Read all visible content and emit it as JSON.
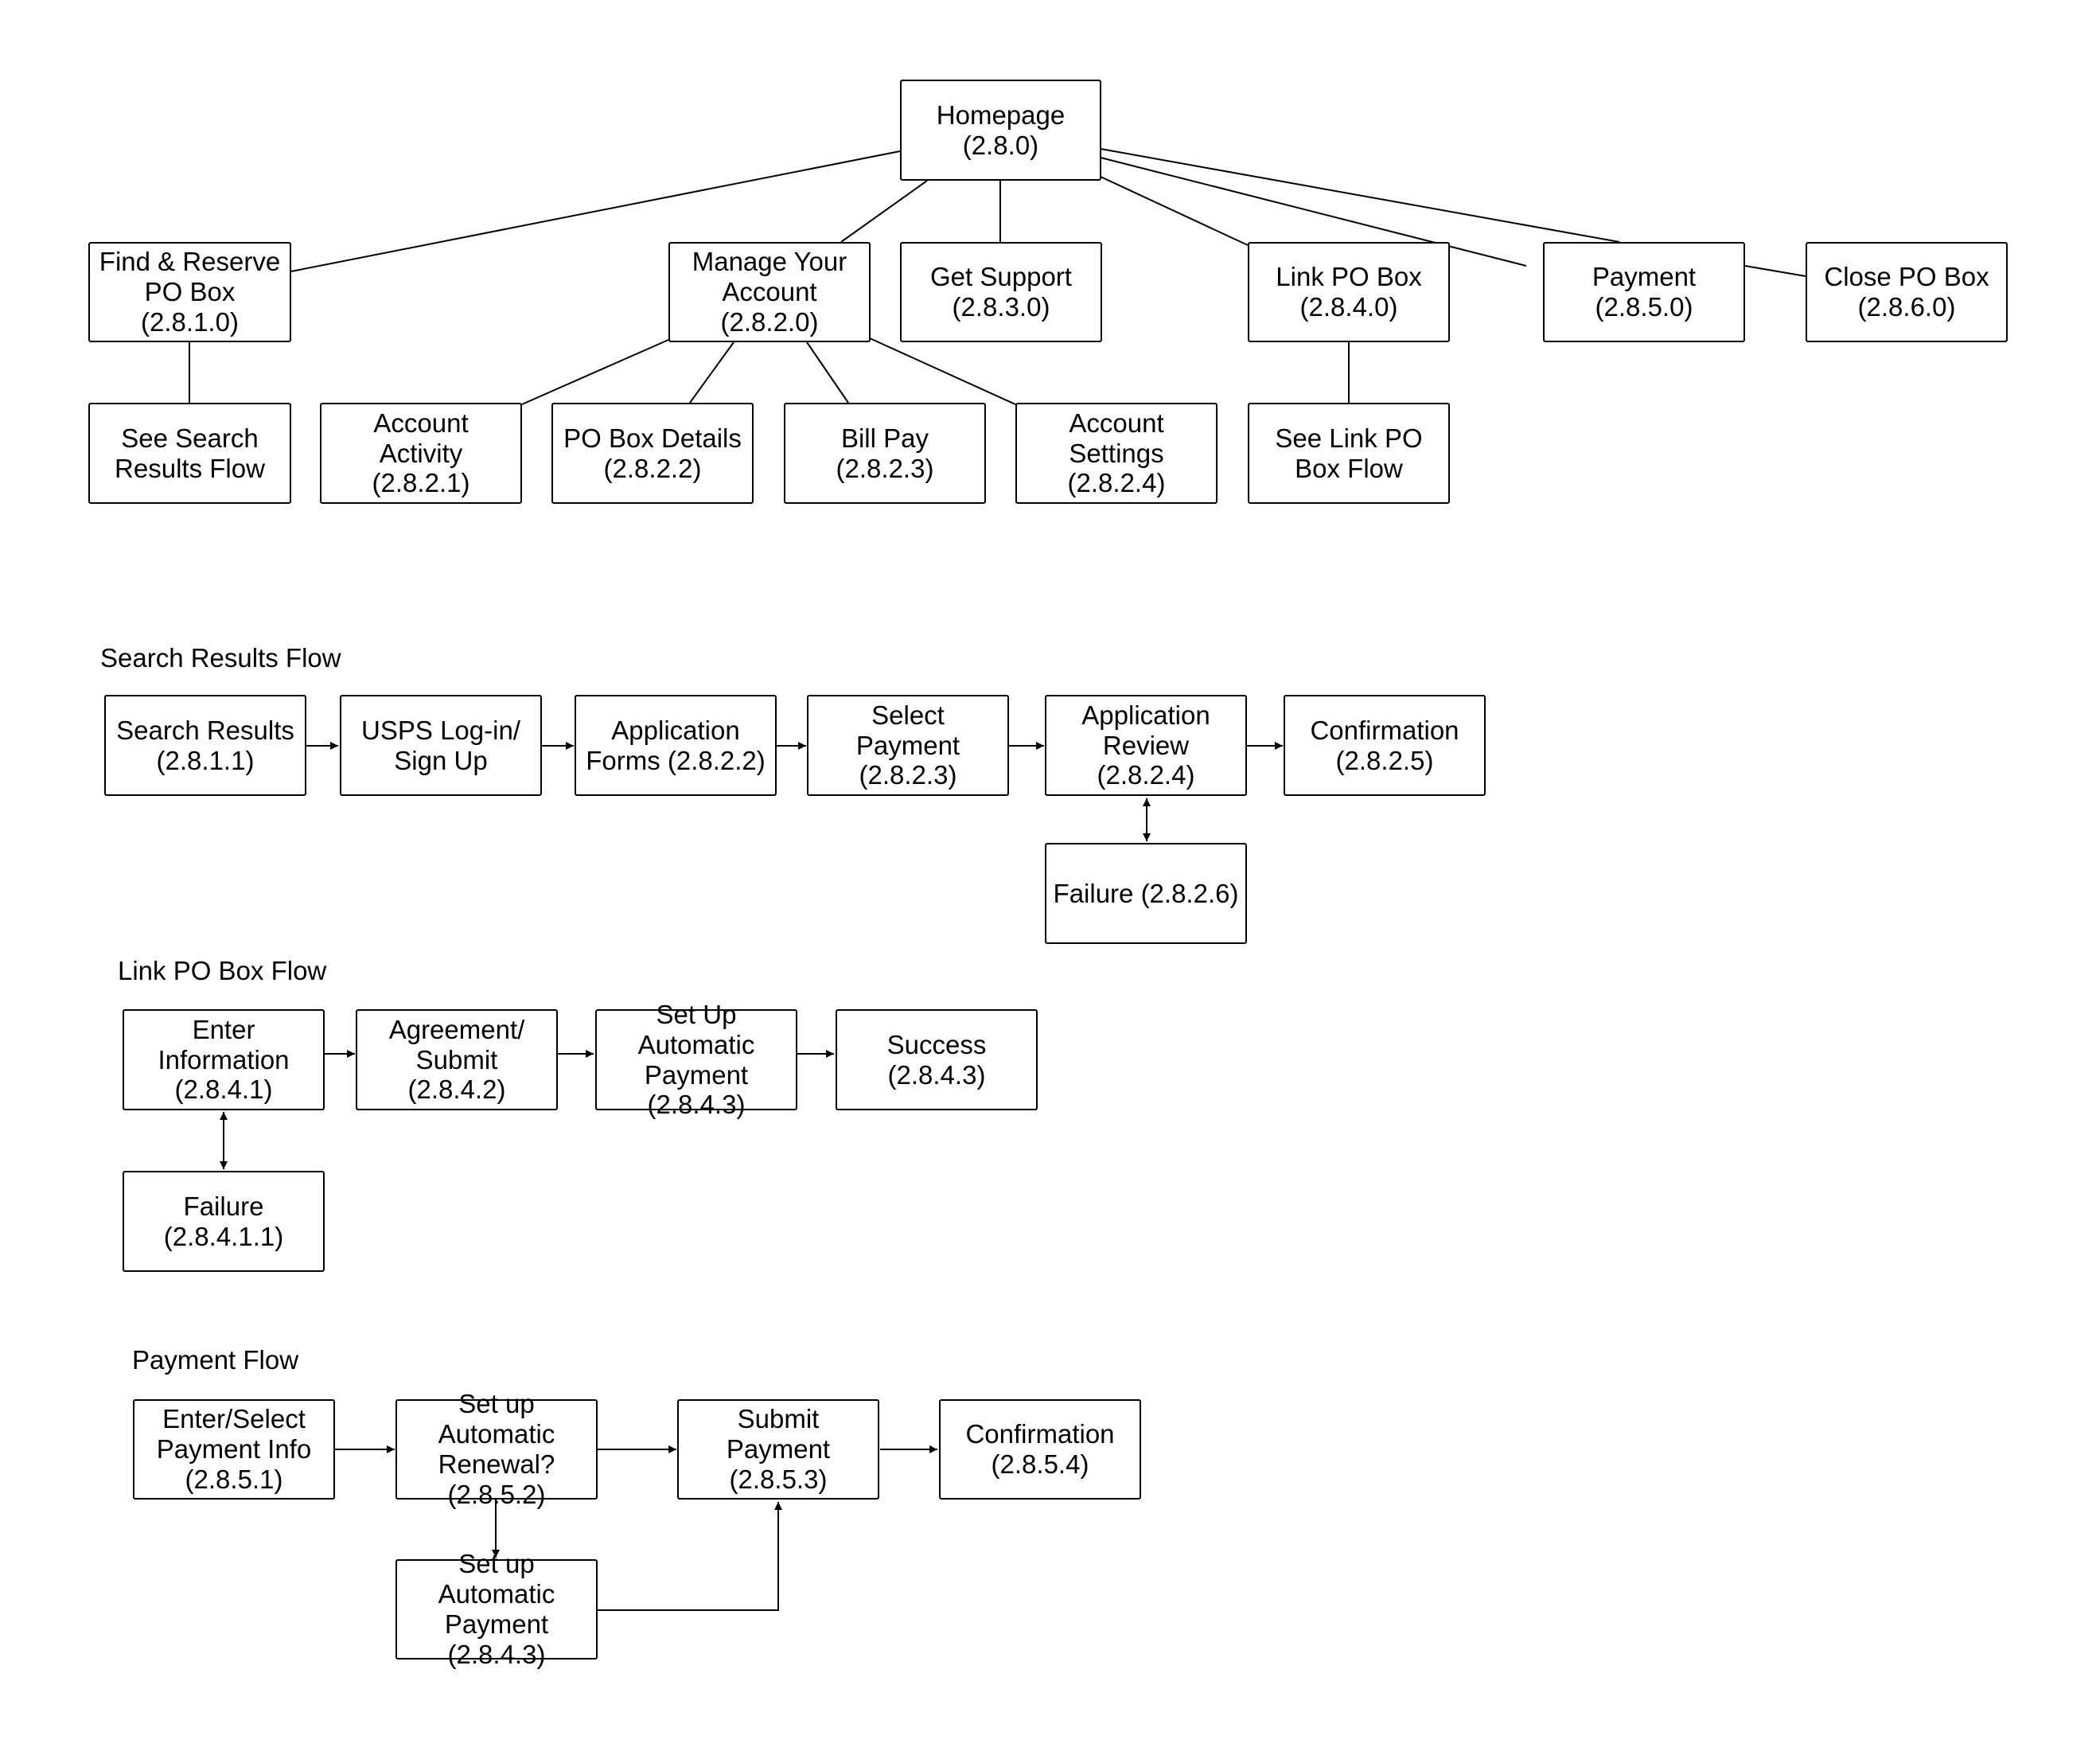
{
  "sitemap": {
    "homepage": "Homepage\n(2.8.0)",
    "find_reserve": "Find & Reserve\nPO Box\n(2.8.1.0)",
    "manage_account": "Manage Your\nAccount\n(2.8.2.0)",
    "get_support": "Get Support\n(2.8.3.0)",
    "link_po_box": "Link PO Box\n(2.8.4.0)",
    "payment": "Payment\n(2.8.5.0)",
    "close_po_box": "Close PO Box\n(2.8.6.0)",
    "see_search_results_flow": "See Search\nResults Flow",
    "account_activity": "Account\nActivity\n(2.8.2.1)",
    "po_box_details": "PO Box Details\n(2.8.2.2)",
    "bill_pay": "Bill Pay\n(2.8.2.3)",
    "account_settings": "Account\nSettings\n(2.8.2.4)",
    "see_link_po_box_flow": "See Link PO\nBox Flow"
  },
  "search_results_flow": {
    "label": "Search Results Flow",
    "search_results": "Search Results\n(2.8.1.1)",
    "usps_login": "USPS Log-in/\nSign Up",
    "application_forms": "Application\nForms (2.8.2.2)",
    "select_payment": "Select\nPayment\n(2.8.2.3)",
    "application_review": "Application\nReview\n(2.8.2.4)",
    "confirmation": "Confirmation\n(2.8.2.5)",
    "failure": "Failure (2.8.2.6)"
  },
  "link_po_box_flow": {
    "label": "Link PO Box Flow",
    "enter_information": "Enter\nInformation\n(2.8.4.1)",
    "agreement_submit": "Agreement/\nSubmit\n(2.8.4.2)",
    "set_up_automatic_payment": "Set Up\nAutomatic\nPayment\n(2.8.4.3)",
    "success": "Success\n(2.8.4.3)",
    "failure": "Failure\n(2.8.4.1.1)"
  },
  "payment_flow": {
    "label": "Payment Flow",
    "enter_select_payment_info": "Enter/Select\nPayment Info\n(2.8.5.1)",
    "set_up_automatic_renewal": "Set up\nAutomatic\nRenewal?\n(2.8.5.2)",
    "submit_payment": "Submit\nPayment\n(2.8.5.3)",
    "confirmation": "Confirmation\n(2.8.5.4)",
    "set_up_automatic_payment": "Set up\nAutomatic\nPayment\n(2.8.4.3)"
  }
}
